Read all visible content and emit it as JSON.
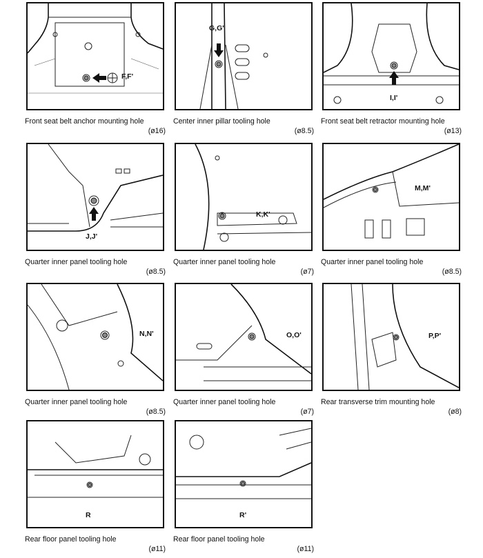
{
  "panels": [
    {
      "label": "F,F'",
      "caption": "Front seat belt anchor mounting hole",
      "diameter": "(ø16)"
    },
    {
      "label": "G,G'",
      "caption": "Center inner pillar tooling hole",
      "diameter": "(ø8.5)"
    },
    {
      "label": "I,I'",
      "caption": "Front seat belt retractor mounting hole",
      "diameter": "(ø13)"
    },
    {
      "label": "J,J'",
      "caption": "Quarter inner panel tooling hole",
      "diameter": "(ø8.5)"
    },
    {
      "label": "K,K'",
      "caption": "Quarter inner panel tooling hole",
      "diameter": "(ø7)"
    },
    {
      "label": "M,M'",
      "caption": "Quarter inner panel tooling hole",
      "diameter": "(ø8.5)"
    },
    {
      "label": "N,N'",
      "caption": "Quarter inner panel tooling hole",
      "diameter": "(ø8.5)"
    },
    {
      "label": "O,O'",
      "caption": "Quarter inner panel tooling hole",
      "diameter": "(ø7)"
    },
    {
      "label": "P,P'",
      "caption": "Rear transverse trim mounting hole",
      "diameter": "(ø8)"
    },
    {
      "label": "R",
      "caption": "Rear floor panel tooling hole",
      "diameter": "(ø11)"
    },
    {
      "label": "R'",
      "caption": "Rear floor panel tooling hole",
      "diameter": "(ø11)"
    }
  ]
}
